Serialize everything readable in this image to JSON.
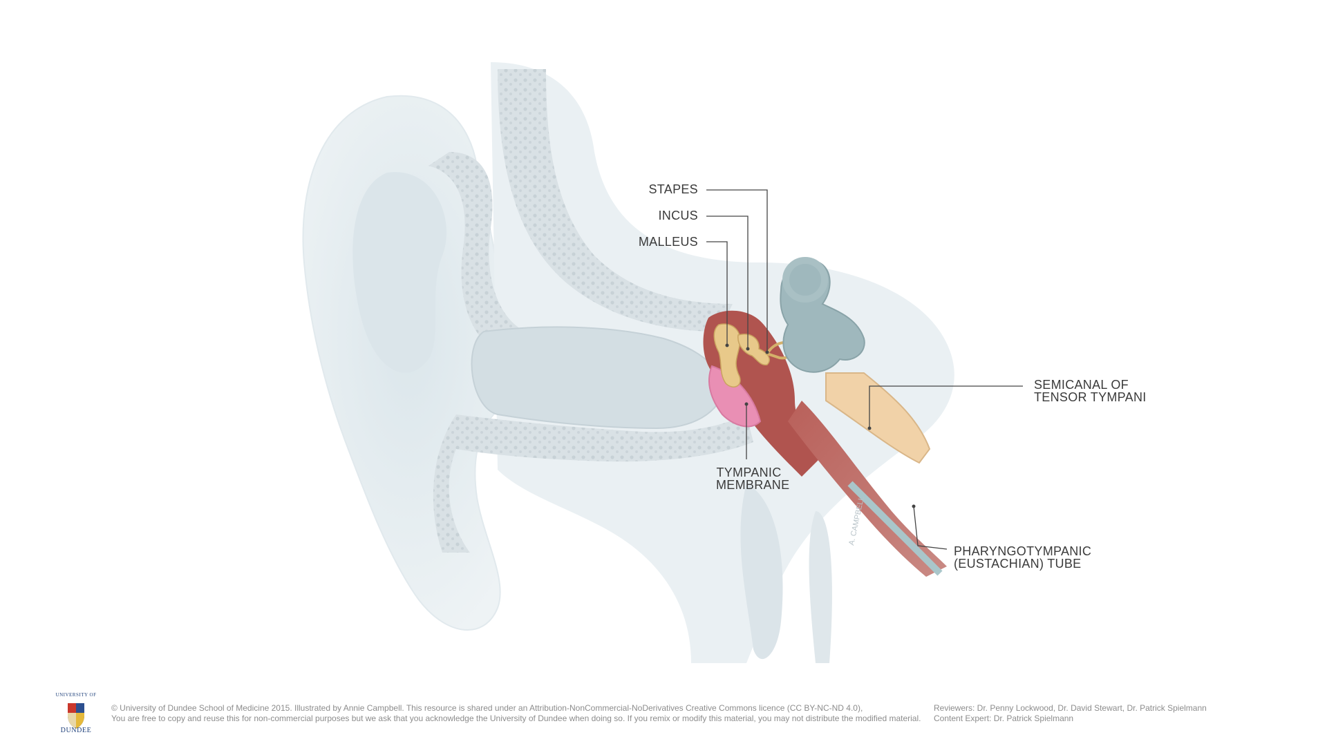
{
  "labels": {
    "stapes": "STAPES",
    "incus": "INCUS",
    "malleus": "MALLEUS",
    "semicanal_line1": "SEMICANAL OF",
    "semicanal_line2": "TENSOR TYMPANI",
    "tympanic_line1": "TYMPANIC",
    "tympanic_line2": "MEMBRANE",
    "pharyngo_line1": "PHARYNGOTYMPANIC",
    "pharyngo_line2": "(EUSTACHIAN) TUBE"
  },
  "signature": "A. CAMPBELL",
  "footer": {
    "copyright_line1": "© University of Dundee School of Medicine 2015. Illustrated by Annie Campbell. This resource is shared under an Attribution-NonCommercial-NoDerivatives Creative Commons licence (CC BY-NC-ND 4.0),",
    "copyright_line2": "You are free to copy and reuse this for non-commercial purposes but we ask that you acknowledge the University of Dundee when doing so. If you remix or modify this material, you may not distribute the modified material.",
    "reviewers": "Reviewers: Dr. Penny Lockwood, Dr. David Stewart, Dr. Patrick Spielmann",
    "content_expert": "Content Expert: Dr. Patrick Spielmann"
  },
  "logo": {
    "university_text": "UNIVERSITY OF",
    "name": "DUNDEE"
  },
  "colors": {
    "ear_skin": "#e6eef2",
    "bone": "#d4dce0",
    "middle_ear": "#b0544f",
    "ossicles": "#e8c98a",
    "tympanic_membrane": "#e98fb4",
    "inner_ear": "#9fb8bd",
    "tensor_tympani": "#f1d2a8",
    "leader_line": "#444444",
    "label_text": "#3a3a3a",
    "footer_text": "#8c8c8c"
  }
}
